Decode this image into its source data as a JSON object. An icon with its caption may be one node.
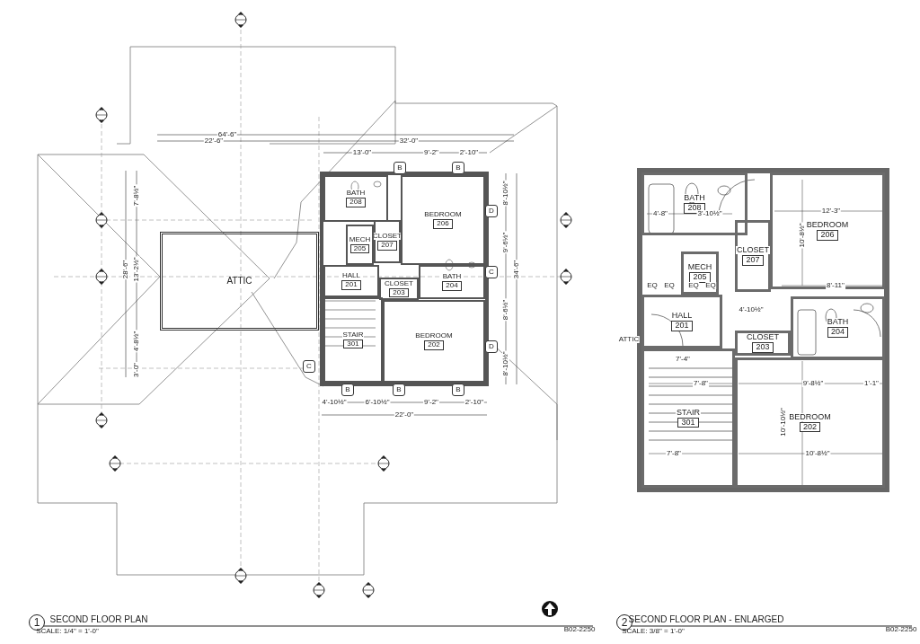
{
  "diagram": {
    "nodes": [
      {
        "text": [
          "ATTIC"
        ]
      },
      {
        "text": [
          "BATH",
          "208"
        ]
      },
      {
        "text": [
          "CLOSET",
          "207"
        ]
      },
      {
        "text": [
          "BEDROOM",
          "206"
        ]
      },
      {
        "text": [
          "MECH",
          "205"
        ]
      },
      {
        "text": [
          "HALL",
          "201"
        ]
      },
      {
        "text": [
          "BATH",
          "204"
        ]
      },
      {
        "text": [
          "CLOSET",
          "203"
        ]
      },
      {
        "text": [
          "STAIR",
          "301"
        ]
      },
      {
        "text": [
          "BEDROOM",
          "202"
        ]
      },
      {
        "text": [
          "BATH",
          "208"
        ]
      },
      {
        "text": [
          "BEDROOM",
          "206"
        ]
      },
      {
        "text": [
          "CLOSET",
          "207"
        ]
      },
      {
        "text": [
          "MECH",
          "205"
        ]
      },
      {
        "text": [
          "HALL",
          "201"
        ]
      },
      {
        "text": [
          "CLOSET",
          "203"
        ]
      },
      {
        "text": [
          "BATH",
          "204"
        ]
      },
      {
        "text": [
          "BEDROOM",
          "202"
        ]
      },
      {
        "text": [
          "STAIR",
          "301"
        ]
      }
    ],
    "edges": [],
    "labels": [
      "64'-6\"",
      "22'-6\"",
      "32'-0\"",
      "13'-0\"",
      "9'-2\"",
      "2'-10\"",
      "B",
      "B",
      "7'-8½\"",
      "8'-10½\"",
      "D",
      "28'-6\"",
      "13'-2½\"",
      "9'-6½\"",
      "34'-6\"",
      "C",
      "8'-6½\"",
      "4'-8½\"",
      "D",
      "C",
      "3'-0\"",
      "8'-10½\"",
      "B",
      "B",
      "B",
      "4'-10½\"",
      "6'-10½\"",
      "9'-2\"",
      "2'-10\"",
      "22'-0\"",
      "4'-8\"",
      "3'-10½\"",
      "12'-3\"",
      "10'-8½\"",
      "EQ",
      "EQ",
      "EQ",
      "EQ",
      "8'-11\"",
      "4'-10½\"",
      "ATTIC",
      "7'-4\"",
      "7'-8\"",
      "9'-8½\"",
      "1'-1\"",
      "10'-10½\"",
      "7'-8\"",
      "10'-8½\"",
      "1",
      "SECOND FLOOR PLAN",
      "SCALE: 1/4\" = 1'-0\"",
      "B02-2250",
      "2",
      "SECOND FLOOR PLAN - ENLARGED",
      "SCALE: 3/8\" = 1'-0\"",
      "B02-2250"
    ]
  }
}
